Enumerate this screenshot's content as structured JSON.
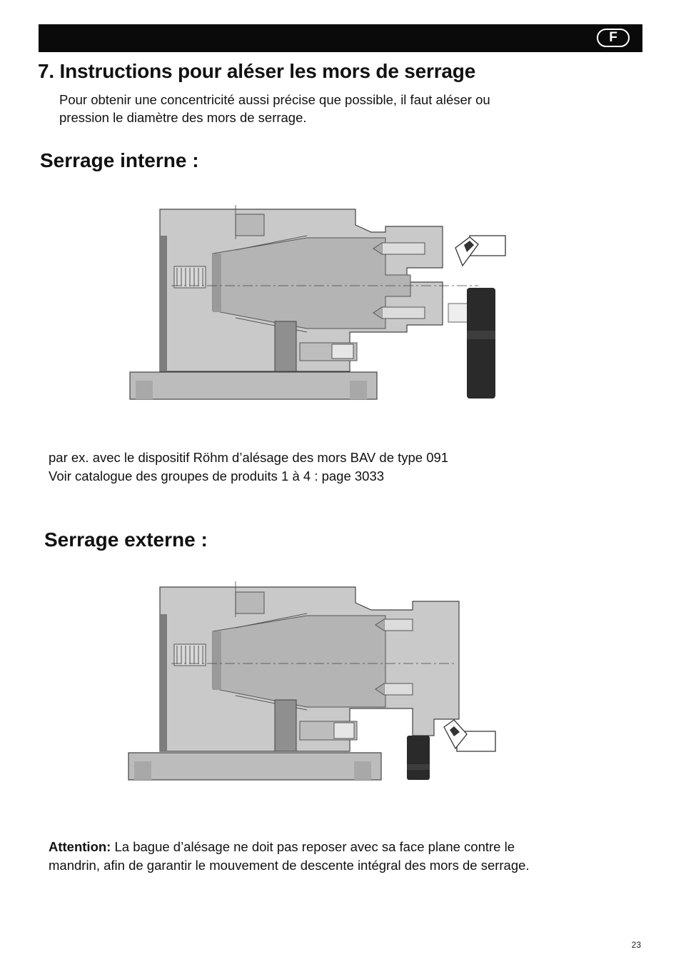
{
  "header": {
    "lang": "F"
  },
  "title": "7. Instructions pour aléser les mors de serrage",
  "intro": {
    "line1": "Pour obtenir une concentricité aussi précise que possible, il faut aléser ou",
    "line2": "pression le diamètre des mors de serrage."
  },
  "internal": {
    "heading": "Serrage interne :",
    "note_line1": "par ex. avec le dispositif Röhm d’alésage des mors BAV de type 091",
    "note_line2": "Voir catalogue des groupes de produits 1 à 4 : page 3033"
  },
  "external": {
    "heading": "Serrage externe :"
  },
  "attention": {
    "label": "Attention:",
    "line1": " La bague d’alésage ne doit pas reposer avec sa face plane contre le",
    "line2": "mandrin, afin de garantir le mouvement de descente intégral des mors de serrage."
  },
  "page_number": "23",
  "colors": {
    "metal": "#c9c9c9",
    "metal_dark": "#9a9a9a",
    "ring": "#2a2a2a",
    "line": "#333333"
  }
}
